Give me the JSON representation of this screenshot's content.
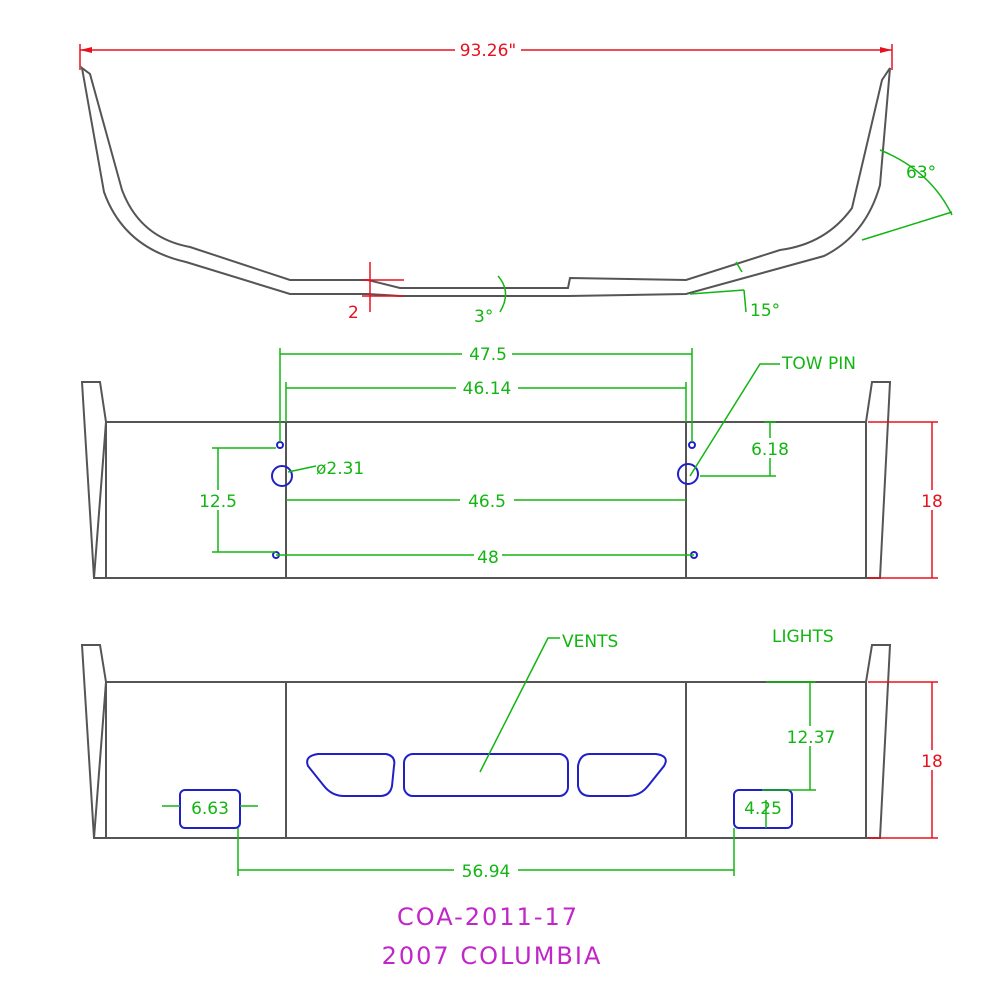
{
  "colors": {
    "outline": "#555555",
    "dimension_red": "#e8101e",
    "dimension_green": "#12b512",
    "features_blue": "#2020c8",
    "title_magenta": "#c026c8"
  },
  "top_view": {
    "overall_width": "93.26\"",
    "step_height": "2",
    "center_angle": "3°",
    "end_angle": "63°",
    "wing_angle": "15°"
  },
  "front_view": {
    "outer_hole_span": "47.5",
    "inner_hole_span": "46.14",
    "tow_pin_span": "46.5",
    "lower_hole_span": "48",
    "hole_vertical_spacing": "12.5",
    "tow_pin_diameter": "ø2.31",
    "tow_pin_label": "TOW PIN",
    "tow_pin_drop": "6.18",
    "height": "18"
  },
  "rear_view": {
    "vents_label": "VENTS",
    "lights_label": "LIGHTS",
    "lights_drop": "12.37",
    "left_light_width": "6.63",
    "right_light_height": "4.25",
    "light_span": "56.94",
    "height": "18"
  },
  "title_block": {
    "part_number": "COA-2011-17",
    "model": "2007 COLUMBIA"
  }
}
